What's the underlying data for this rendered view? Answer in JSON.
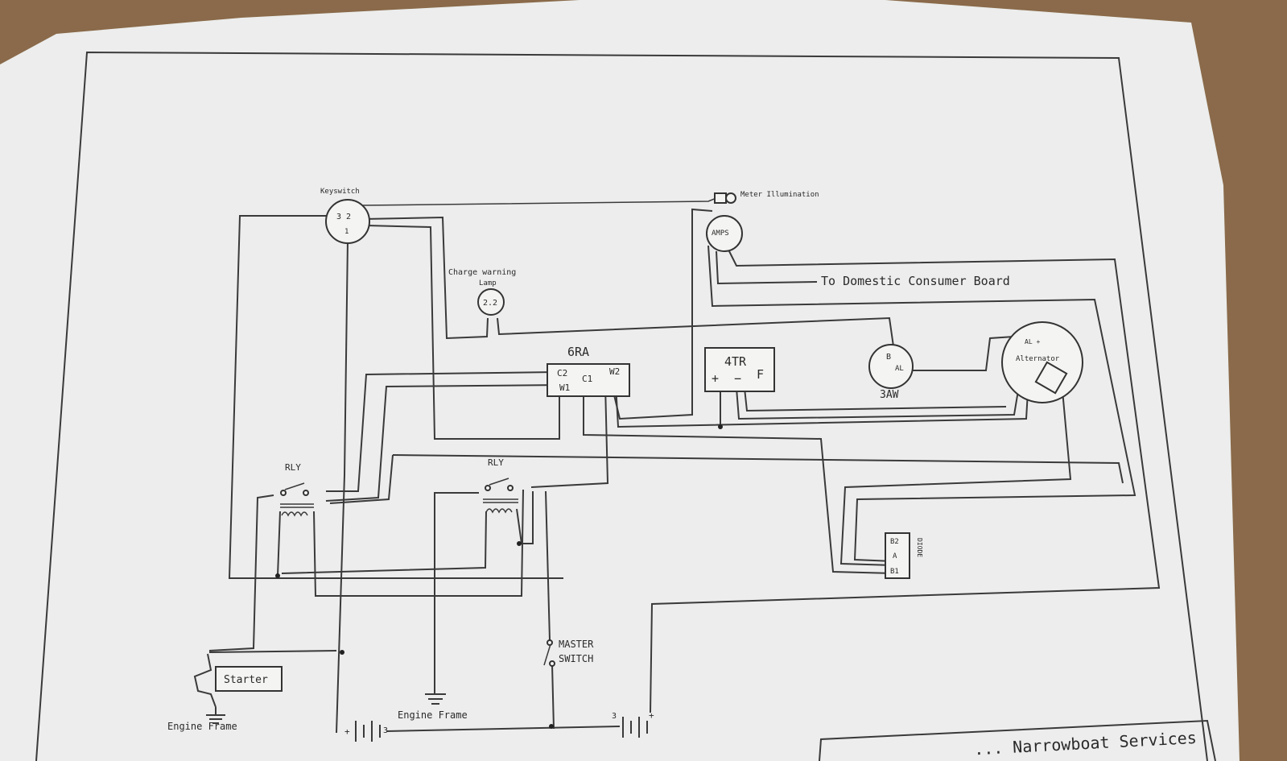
{
  "colors": {
    "table": "#8a6a4a",
    "paper": "#ecedec",
    "ink": "#3a3a3a"
  },
  "labels": {
    "keyswitch": "Keyswitch",
    "keyswitch_pins": "3 2",
    "keyswitch_pin1": "1",
    "meter_illumination": "Meter Illumination",
    "amps": "AMPS",
    "charge_warning_lamp": "Charge warning",
    "charge_warning_lamp_line2": "Lamp",
    "lamp_rating": "2.2",
    "domestic": "To Domestic Consumer Board",
    "regulator": "6RA",
    "reg_c2": "C2",
    "reg_c1": "C1",
    "reg_w1": "W1",
    "reg_w2": "W2",
    "trans": "4TR",
    "trans_plus": "+",
    "trans_minus": "−",
    "trans_f": "F",
    "fuse": "3AW",
    "fuse_b": "B",
    "fuse_al": "AL",
    "alternator": "Alternator",
    "alt_top": "AL  +",
    "relay_left": "RLY",
    "relay_right": "RLY",
    "diode_b2": "B2",
    "diode_a": "A",
    "diode_b1": "B1",
    "diode": "DIODE",
    "master_switch": "MASTER",
    "master_switch_line2": "SWITCH",
    "starter": "Starter",
    "engine_frame_left": "Engine Frame",
    "engine_frame_mid": "Engine Frame",
    "battery_left_minus": "+",
    "battery_left_plus": "3",
    "battery_right_minus": "3",
    "battery_right_plus": "+",
    "title_block": "... Narrowboat Services"
  }
}
